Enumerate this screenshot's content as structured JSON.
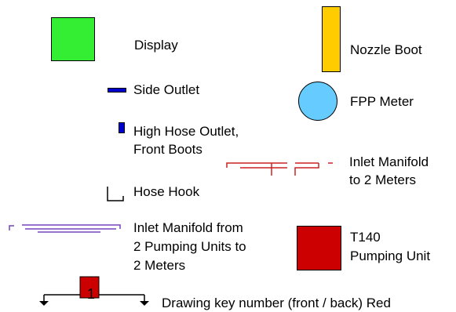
{
  "legend": {
    "display": {
      "label": "Display",
      "color": "#33ee33"
    },
    "nozzle_boot": {
      "label": "Nozzle Boot",
      "color": "#ffcc00"
    },
    "side_outlet": {
      "label": "Side Outlet",
      "color": "#0000cc"
    },
    "fpp_meter": {
      "label": "FPP Meter",
      "color": "#66ccff"
    },
    "high_hose_outlet": {
      "line1": "High Hose Outlet,",
      "line2": "Front Boots",
      "color": "#0000cc"
    },
    "inlet_manifold_2_meters": {
      "line1": "Inlet Manifold",
      "line2": "to 2 Meters",
      "color": "#cc2222"
    },
    "hose_hook": {
      "label": "Hose Hook"
    },
    "inlet_manifold_pumping": {
      "line1": "Inlet Manifold from",
      "line2": "2 Pumping Units to",
      "line3": "2 Meters",
      "color": "#7744bb"
    },
    "pumping_unit": {
      "line1": "T140",
      "line2": "Pumping Unit",
      "color": "#cc0000"
    },
    "drawing_key": {
      "number": "1",
      "label": "Drawing key number (front / back) Red",
      "color": "#cc0000"
    }
  }
}
